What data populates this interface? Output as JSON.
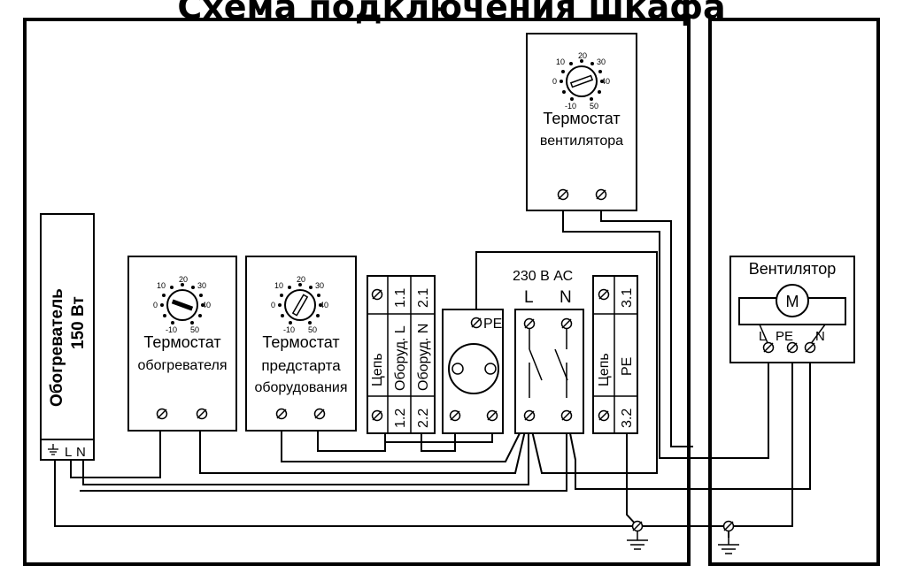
{
  "title": "Схема подключения шкафа",
  "components": {
    "heater": {
      "name": "Обогреватель",
      "power": "150 Вт",
      "terminals": [
        "L",
        "N"
      ]
    },
    "heater_thermostat": {
      "line1": "Термостат",
      "line2": "обогревателя",
      "dial": [
        "20",
        "30",
        "40",
        "50",
        "-10",
        "0",
        "10"
      ]
    },
    "prestart_thermostat": {
      "line1": "Термостат",
      "line2": "предстарта",
      "line3": "оборудования",
      "dial": [
        "20",
        "30",
        "40",
        "50",
        "-10",
        "0",
        "10"
      ]
    },
    "fan_thermostat": {
      "line1": "Термостат",
      "line2": "вентилятора",
      "dial": [
        "20",
        "30",
        "40",
        "50",
        "-10",
        "0",
        "10"
      ]
    },
    "terminal_block_1": {
      "side": "Цепь",
      "col1": "Оборуд. L",
      "col2": "Оборуд. N",
      "t11": "1.1",
      "t21": "2.1",
      "t12": "1.2",
      "t22": "2.2"
    },
    "socket": {
      "pe": "PE"
    },
    "breaker": {
      "voltage": "230 В АС",
      "l": "L",
      "n": "N"
    },
    "terminal_block_2": {
      "side": "Цепь",
      "col": "PE",
      "t31": "3.1",
      "t32": "3.2"
    },
    "fan": {
      "name": "Вентилятор",
      "motor": "M",
      "l": "L",
      "pe": "PE",
      "n": "N"
    }
  }
}
